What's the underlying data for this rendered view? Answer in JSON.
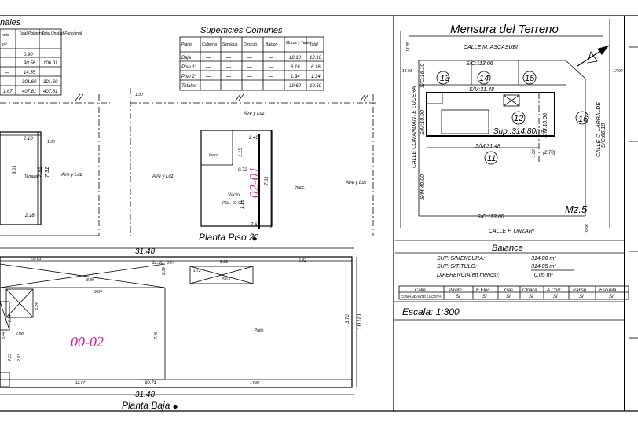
{
  "colors": {
    "ink": "#000000",
    "unit_label": "#d0199c",
    "background": "#ffffff"
  },
  "left_table": {
    "title": "nales",
    "headers": [
      "neto",
      "Total Poligono",
      "Total Unidad Funcional"
    ],
    "header_unit": "m²",
    "rows": [
      [
        "",
        "0.90",
        ""
      ],
      [
        "",
        "90.56",
        "106.01"
      ],
      [
        "—",
        "14.55",
        ""
      ],
      [
        "—",
        "301.60",
        "301.60"
      ],
      [
        "1.67",
        "407.81",
        "407.81"
      ]
    ]
  },
  "common_table": {
    "title": "Superficies Comunes",
    "headers": [
      "Planta",
      "Cubierta",
      "Semicub.",
      "Descub.",
      "Balcon",
      "Muros y Tabiq.",
      "Total"
    ],
    "rows": [
      [
        "Baja",
        "—",
        "—",
        "—",
        "—",
        "12.10",
        "12.10"
      ],
      [
        "Piso 1°",
        "—",
        "—",
        "—",
        "—",
        "6.16",
        "6.16"
      ],
      [
        "Piso 2°",
        "—",
        "—",
        "—",
        "—",
        "1.34",
        "1.34"
      ],
      [
        "Totales",
        "—",
        "—",
        "—",
        "—",
        "19.60",
        "19.60"
      ]
    ]
  },
  "plan_piso2": {
    "title": "Planta Piso 2°",
    "unit_label": "02-01",
    "labels": {
      "aire_luz_top": "Aire y Luz",
      "aire_luz_left": "Aire y Luz",
      "aire_luz_right": "Aire y Luz",
      "inacc_1": "Inacc.",
      "inacc_2": "Inacc.",
      "vacio": "Vacio",
      "pol": "POL. 01-01"
    },
    "dims": {
      "d240": "2.40",
      "d072": "0.72",
      "d731": "7.31",
      "d768": "7.68",
      "d116": "1.16",
      "d115": "1.15"
    }
  },
  "plan_left_upper": {
    "labels": {
      "aire_luz": "Aire y Luz",
      "terraza": "Terraza"
    },
    "dims": {
      "d210": "2.10",
      "d601": "6.01",
      "d218": "2.18",
      "d731": "7.31",
      "d130": "1.30",
      "d731b": "7.31"
    }
  },
  "plan_baja": {
    "title": "Planta Baja",
    "unit_label": "00-02",
    "labels": {
      "patio": "Patio"
    },
    "dims": {
      "top_total": "31.48",
      "bottom_total": "31.48",
      "d5581": "55.81",
      "d3133": "31.33",
      "d327": "3.27",
      "d563a": "5.63",
      "d642": "6.42",
      "d880": "8.80",
      "d984": "9.84",
      "d239": "2.39",
      "d563b": "5.63",
      "d172": "1.72",
      "d746": "7.46",
      "d370": "3.70",
      "d1000": "10.00",
      "d283": "2.83",
      "d324": "3.24",
      "d1167": "11.67",
      "d3071": "30.71",
      "d1486": "14.86",
      "d844": "8.44",
      "d423": "4.23",
      "d254": "2.54",
      "d208": "2.08"
    }
  },
  "mensura": {
    "title": "Mensura del Terreno",
    "streets": {
      "top": "CALLE M. ASCASUBI",
      "left": "CALLE COMANDANTE LUCERA",
      "right": "CALLE C. LARRALDE",
      "bottom": "CALLE F. ONZARI"
    },
    "lot_measures": {
      "sc_top": "S/C:113.06",
      "sm_top": "S/M:31.48",
      "sm_bottom": "S/M:31.48",
      "sc_bottom": "S/C:113.00",
      "left_1610": "S/C:16.10",
      "left_1000": "S/M:10.00",
      "left_4000": "S/M:40.00",
      "right_1000": "S/M:10.00",
      "right_6610": "S/C:66.10",
      "sup": "Sup.:314,80m²"
    },
    "lots": [
      "13",
      "14",
      "15",
      "12",
      "16",
      "11"
    ],
    "block": "Mz.5",
    "side_numbers": {
      "n1491": "14.91",
      "n1485": "14.85",
      "n1702": "17.02",
      "n1998": "19.98",
      "n270": "(2.70)",
      "n160": "1.60"
    }
  },
  "balance": {
    "title": "Balance",
    "rows": [
      {
        "label": "SUP. S/MENSURA:",
        "value": "314,80 m²"
      },
      {
        "label": "SUP. S/TITULO:",
        "value": "314,85 m²"
      },
      {
        "label": "DIFERENCIA(en menos):",
        "value": "0,05 m²"
      }
    ]
  },
  "services": {
    "headers": [
      "Calle",
      "Pavim.",
      "E.Elec.",
      "Gas",
      "Cloaca",
      "A.Corr.",
      "Transp.",
      "Escuela"
    ],
    "row": [
      "COMANDANTE LUCERA",
      "SI",
      "SI",
      "SI",
      "SI",
      "SI",
      "SI",
      "SI"
    ]
  },
  "scale": "Escala: 1:300"
}
